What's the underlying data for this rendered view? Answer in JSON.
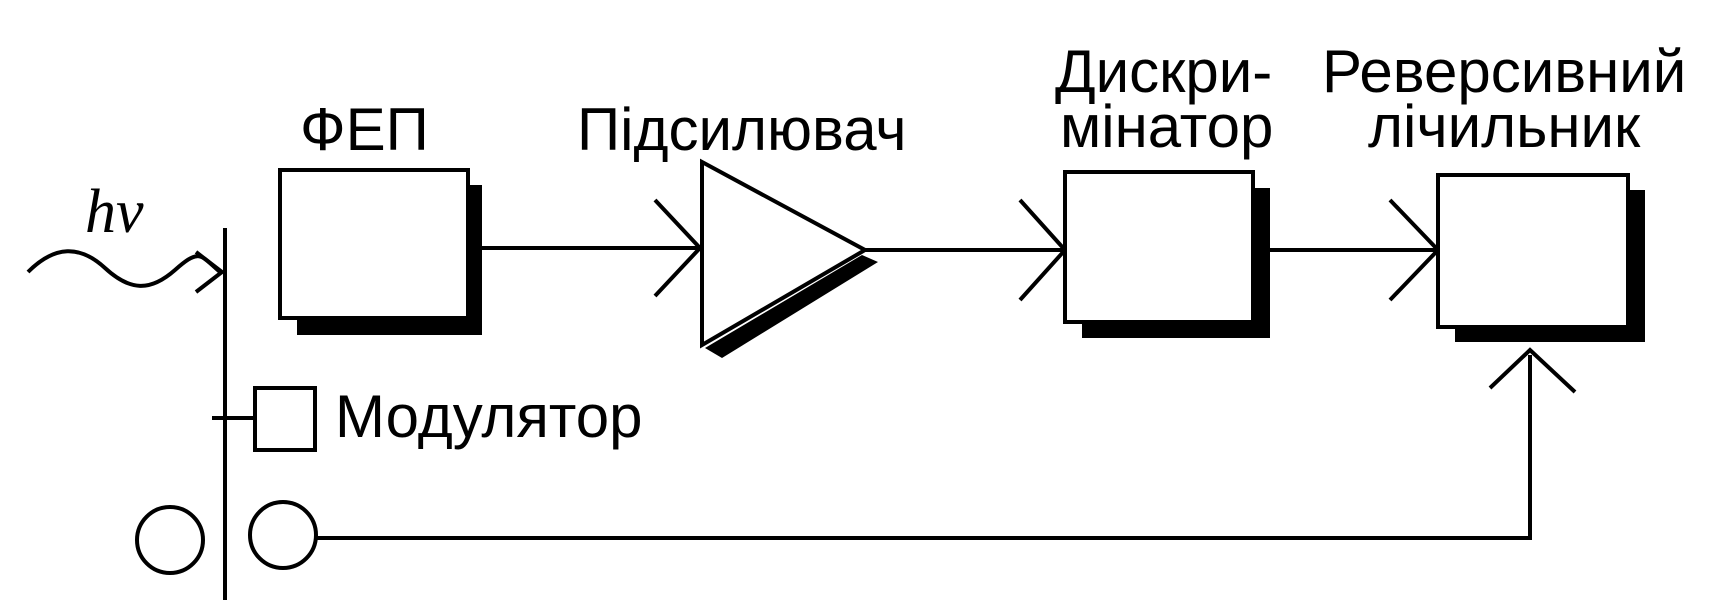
{
  "diagram": {
    "photon_symbol": "hν",
    "blocks": {
      "photodetector": "ФЕП",
      "amplifier": "Підсилювач",
      "discriminator_line1": "Дискри-",
      "discriminator_line2": "мінатор",
      "counter_line1": "Реверсивний",
      "counter_line2": "лічильник",
      "modulator": "Модулятор"
    },
    "colors": {
      "ink": "#000000",
      "background": "#ffffff"
    }
  }
}
